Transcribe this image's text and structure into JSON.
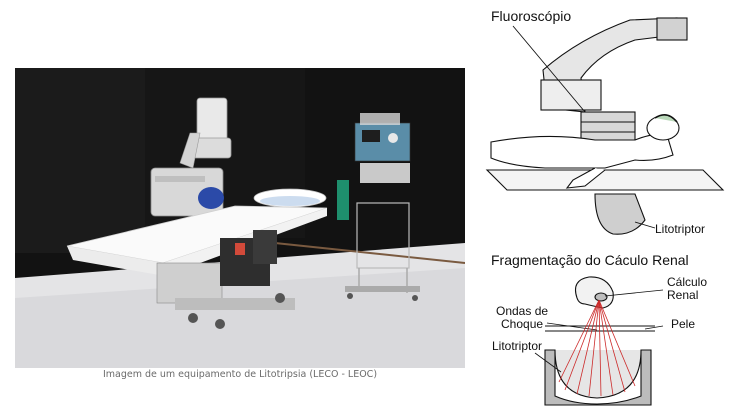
{
  "photo": {
    "caption": "Imagem de um equipamento de Litotripsia (LECO - LEOC)"
  },
  "diagram": {
    "fluoroscopio_label": "Fluoroscópio",
    "litotriptor_top_label": "Litotriptor",
    "fragmentacao_title": "Fragmentação do Cáculo Renal",
    "calculo_label_line1": "Cálculo",
    "calculo_label_line2": "Renal",
    "ondas_label_line1": "Ondas de",
    "ondas_label_line2": "Choque",
    "pele_label": "Pele",
    "litotriptor_bottom_label": "Litotriptor"
  },
  "colors": {
    "photo_background": "#111111",
    "floor": "#e6e6e6",
    "shock_wave": "#cc2a2a"
  }
}
